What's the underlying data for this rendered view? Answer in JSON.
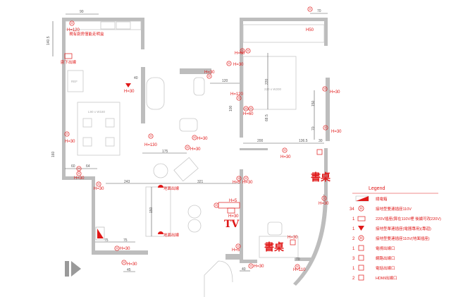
{
  "plan": {
    "dims": {
      "kitchen_width": "90",
      "kitchen_height": "140.5",
      "closet_width": "70",
      "bath_gap": "40",
      "bath_120": "120",
      "bath_100": "100",
      "bath_175": "175",
      "bed_220": "220",
      "bed_68": "68.5",
      "bed_200": "200",
      "bed_136": "136.5",
      "bed_30": "30",
      "bed_70": "70",
      "bed_150": "150",
      "dining_60": "60",
      "dining_64": "64",
      "dining_160": "160",
      "living_243": "243",
      "living_321": "321",
      "sofa_150": "150",
      "front_75a": "75",
      "front_75b": "75",
      "front_45": "45",
      "study_40": "40",
      "study_70": "70"
    },
    "furniture": {
      "bed": "220 x W200",
      "dining_table": "L90 x W180",
      "fridge": "REF"
    },
    "labels": {
      "kitchen_h120": "H=120",
      "kitchen_note": "現有廚房僅能走明盒",
      "under_sink": "廚下出線",
      "kitchen_h30": "H=30",
      "closet_h50": "H50",
      "bath_h60": "H=60",
      "bath_h30a": "H=30",
      "bath_h30b": "H=30",
      "bath_h120": "H=120",
      "bed_h60": "H=60",
      "bath_h130": "H=130",
      "bath_h30c": "H=30",
      "bath_h30d": "H=30",
      "bed_h30a": "H=30",
      "bed_h30b": "H=30",
      "bed_h30c": "H=30",
      "dining_h30a": "H=30",
      "dining_h30b": "H=30",
      "living_h30": "H=30",
      "floor_outlet_1": "地面出線",
      "floor_outlet_2": "地面出線",
      "tv_h5a": "H=5",
      "tv_h30a": "H=30",
      "tv_h5b": "H=5",
      "tv_h30b": "H=30",
      "tv_h5c": "H=5",
      "tv_mark": "TV",
      "entry_h30a": "H=30",
      "entry_h30b": "H=30",
      "study_h30a": "H=30",
      "study_h30b": "H=30",
      "study_h30c": "H=30",
      "study_h110": "H=110",
      "desk_1": "書桌",
      "desk_2": "書桌"
    }
  },
  "legend": {
    "title": "Legend",
    "items": [
      {
        "count": "",
        "icon": "panel-box",
        "label": "總電箱"
      },
      {
        "count": "34",
        "icon": "duplex-outlet",
        "label": "接地型雙連插座110V"
      },
      {
        "count": "1",
        "icon": "220v-outlet",
        "label": "220V插座(算在110V裡 後續可改220V)"
      },
      {
        "count": "1",
        "icon": "dedicated-outlet",
        "label": "接地型單連插座(電器專用)(專迴)"
      },
      {
        "count": "2",
        "icon": "floor-outlet",
        "label": "接地型雙連插座110V(地面插座)"
      },
      {
        "count": "1",
        "icon": "tv-outlet",
        "label": "電視出線口"
      },
      {
        "count": "3",
        "icon": "network-outlet",
        "label": "網路出線口"
      },
      {
        "count": "1",
        "icon": "phone-outlet",
        "label": "電話出線口"
      },
      {
        "count": "2",
        "icon": "hdmi-outlet",
        "label": "HDMI出線口"
      }
    ],
    "accent": "#e01818"
  }
}
